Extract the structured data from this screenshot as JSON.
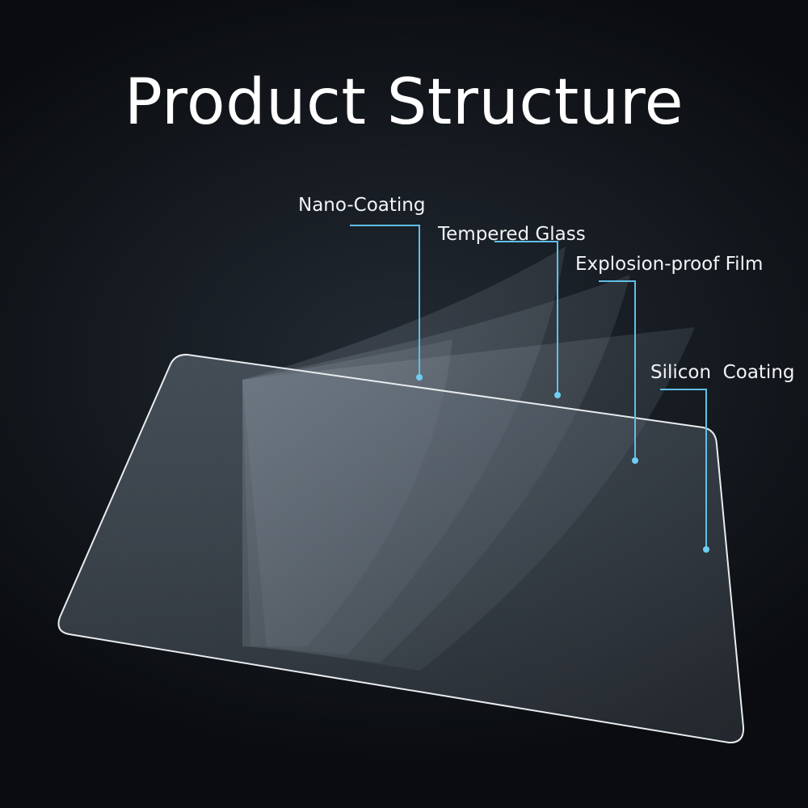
{
  "title": "Product Structure",
  "layers": [
    {
      "label": "Nano-Coating"
    },
    {
      "label": "Tempered Glass"
    },
    {
      "label": "Explosion-proof Film"
    },
    {
      "label": "Silicon  Coating"
    }
  ],
  "colors": {
    "background": "#0c0f13",
    "callout_line": "#5fc0e8",
    "title_text": "#ffffff",
    "glass_edge": "#e8ecef"
  }
}
